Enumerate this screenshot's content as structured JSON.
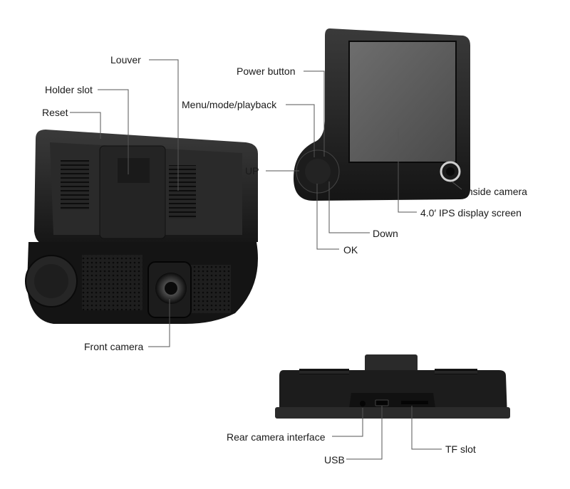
{
  "labels": {
    "louver": "Louver",
    "holder_slot": "Holder slot",
    "reset": "Reset",
    "front_camera": "Front camera",
    "power_button": "Power button",
    "menu_mode_playback": "Menu/mode/playback",
    "up": "UP",
    "inside_camera": "Inside camera",
    "display_screen": "4.0′  IPS display screen",
    "down": "Down",
    "ok": "OK",
    "rear_camera_interface": "Rear camera interface",
    "usb": "USB",
    "tf_slot": "TF slot"
  }
}
